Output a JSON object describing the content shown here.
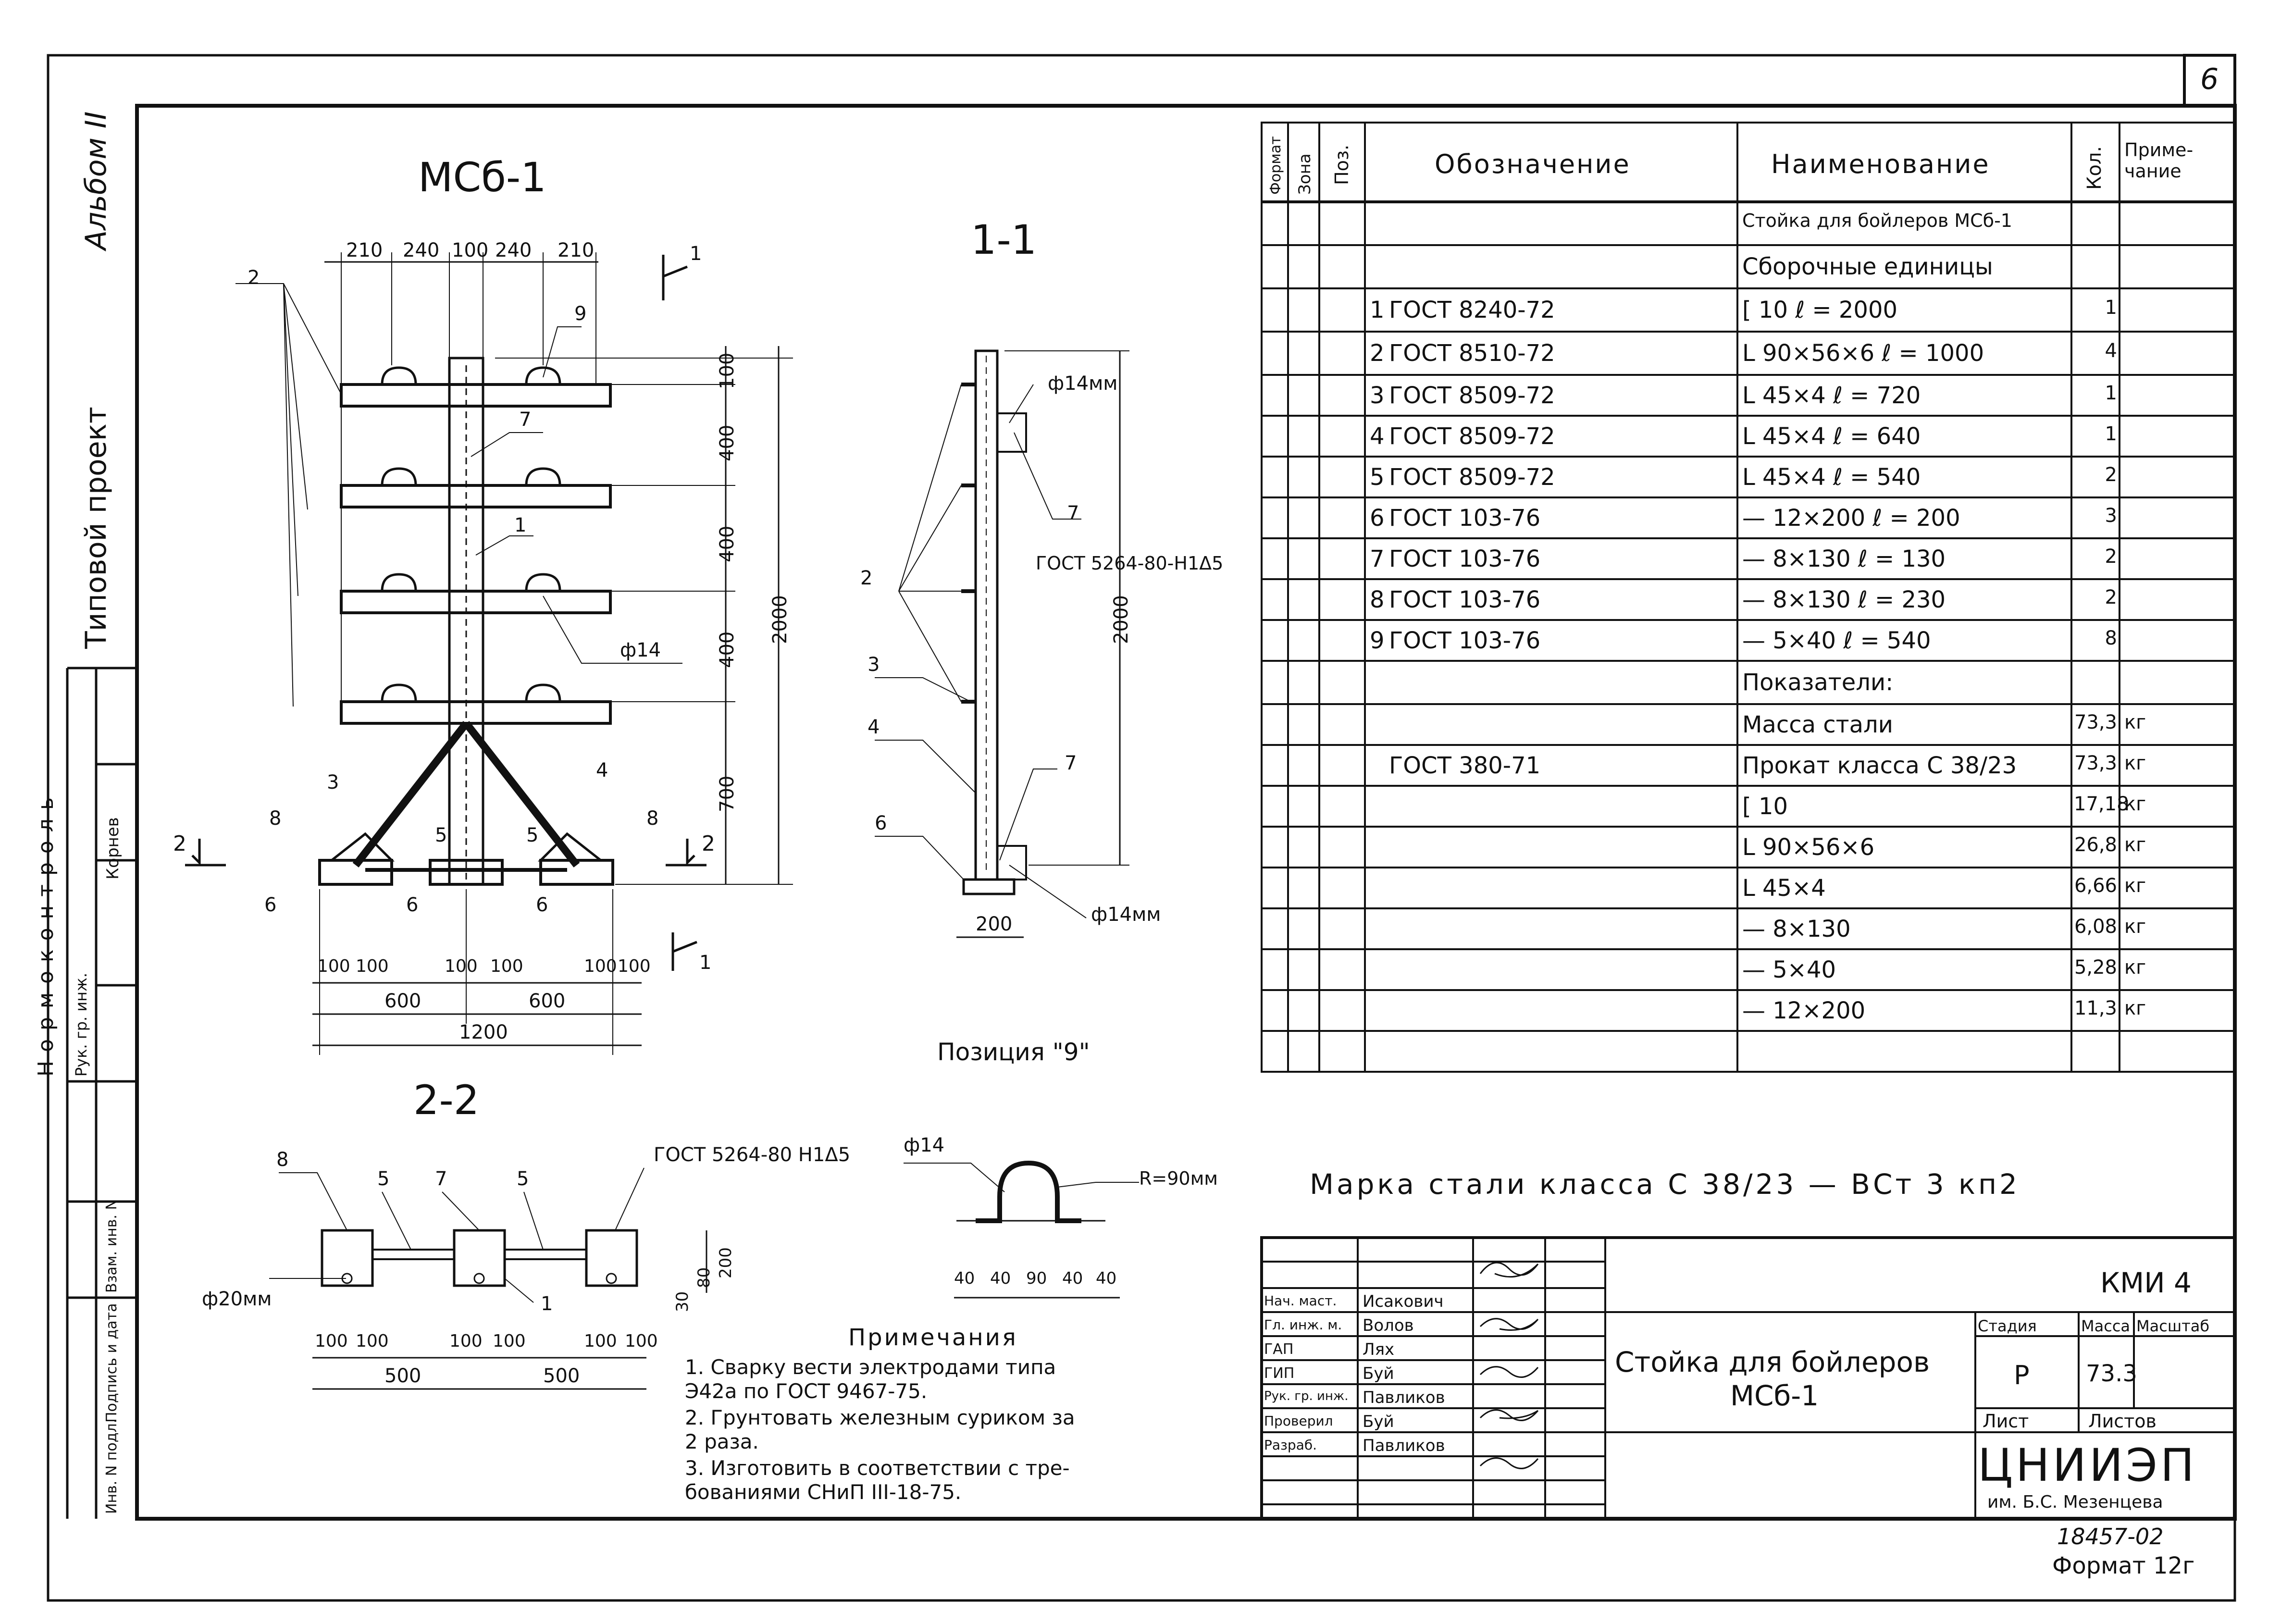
{
  "sheet": {
    "sheet_number": "6",
    "album": "Альбом II",
    "project_type": "Типовой проект",
    "format": "Формат 12г",
    "inventory_number": "18457-02",
    "left_strip": {
      "normcontrol": "Нормоконтроль",
      "head_role": "Рук. гр. инж.",
      "head_name": "Корнев",
      "inv_labels": [
        "Инв. N подл.",
        "Подпись и дата",
        "Взам. инв. N"
      ]
    }
  },
  "views": {
    "main_title": "МСб-1",
    "section_1_1": "1-1",
    "section_2_2": "2-2",
    "cut_1": "1",
    "cut_2": "2",
    "position_9_title": "Позиция \"9\""
  },
  "main_view": {
    "top_dims": [
      "210",
      "240",
      "100",
      "240",
      "210"
    ],
    "vert_dims": [
      "100",
      "400",
      "400",
      "400",
      "700"
    ],
    "vert_total": "2000",
    "bottom_dims_a": [
      "100",
      "100",
      "100",
      "100",
      "100",
      "100"
    ],
    "bottom_dims_b": [
      "600",
      "600"
    ],
    "bottom_total": "1200",
    "phi14": "ф14",
    "pos_labels": [
      "2",
      "9",
      "7",
      "1",
      "3",
      "4",
      "5",
      "5",
      "8",
      "8",
      "6",
      "6",
      "6"
    ]
  },
  "section_1_1_view": {
    "phi14mm_top": "ф14мм",
    "phi14mm_bottom": "ф14мм",
    "gost_weld": "ГОСТ 5264-80-Н1Δ5",
    "dim_2000": "2000",
    "dim_200": "200",
    "pos_labels": [
      "7",
      "2",
      "3",
      "4",
      "7",
      "6"
    ]
  },
  "section_2_2_view": {
    "gost_weld": "ГОСТ 5264-80 Н1Δ5",
    "phi20": "ф20мм",
    "dims_a": [
      "100",
      "100",
      "100",
      "100",
      "100",
      "100"
    ],
    "dims_b": [
      "500",
      "500"
    ],
    "dims_v": [
      "30",
      "80",
      "200"
    ],
    "pos_labels": [
      "8",
      "5",
      "7",
      "5",
      "1"
    ]
  },
  "position_9_view": {
    "phi14": "ф14",
    "radius": "R=90мм",
    "dims": [
      "40",
      "40",
      "90",
      "40",
      "40"
    ]
  },
  "notes": {
    "title": "Примечания",
    "items": [
      "1. Сварку вести электродами типа",
      "    Э42а по ГОСТ 9467-75.",
      "2. Грунтовать железным суриком за",
      "    2 раза.",
      "3. Изготовить в соответствии с тре-",
      "    бованиями СНиП III-18-75."
    ]
  },
  "steel_grade": "Марка стали класса С 38/23 — ВСт 3 кп2",
  "spec": {
    "headers": {
      "format": "Формат",
      "zone": "Зона",
      "pos": "Поз.",
      "designation": "Обозначение",
      "name": "Наименование",
      "qty": "Кол.",
      "note": "Приме-чание"
    },
    "rows": [
      {
        "pos": "",
        "designation": "",
        "name": "Стойка для бойлеров МСб-1",
        "qty": "",
        "note": ""
      },
      {
        "pos": "",
        "designation": "",
        "name": "Сборочные единицы",
        "qty": "",
        "note": ""
      },
      {
        "pos": "1",
        "designation": "ГОСТ 8240-72",
        "name": "[ 10         ℓ = 2000",
        "qty": "1",
        "note": ""
      },
      {
        "pos": "2",
        "designation": "ГОСТ 8510-72",
        "name": "L 90×56×6  ℓ = 1000",
        "qty": "4",
        "note": ""
      },
      {
        "pos": "3",
        "designation": "ГОСТ 8509-72",
        "name": "L 45×4      ℓ = 720",
        "qty": "1",
        "note": ""
      },
      {
        "pos": "4",
        "designation": "ГОСТ 8509-72",
        "name": "L 45×4      ℓ = 640",
        "qty": "1",
        "note": ""
      },
      {
        "pos": "5",
        "designation": "ГОСТ 8509-72",
        "name": "L 45×4      ℓ = 540",
        "qty": "2",
        "note": ""
      },
      {
        "pos": "6",
        "designation": "ГОСТ 103-76",
        "name": "— 12×200   ℓ = 200",
        "qty": "3",
        "note": ""
      },
      {
        "pos": "7",
        "designation": "ГОСТ 103-76",
        "name": "— 8×130    ℓ = 130",
        "qty": "2",
        "note": ""
      },
      {
        "pos": "8",
        "designation": "ГОСТ 103-76",
        "name": "— 8×130    ℓ = 230",
        "qty": "2",
        "note": ""
      },
      {
        "pos": "9",
        "designation": "ГОСТ 103-76",
        "name": "— 5×40      ℓ = 540",
        "qty": "8",
        "note": ""
      },
      {
        "pos": "",
        "designation": "",
        "name": "Показатели:",
        "qty": "",
        "note": ""
      },
      {
        "pos": "",
        "designation": "",
        "name": "Масса стали",
        "qty": "73,3",
        "note": "кг"
      },
      {
        "pos": "",
        "designation": "ГОСТ 380-71",
        "name": "Прокат класса С 38/23",
        "qty": "73,3",
        "note": "кг"
      },
      {
        "pos": "",
        "designation": "",
        "name": "[ 10",
        "qty": "17,18",
        "note": "кг"
      },
      {
        "pos": "",
        "designation": "",
        "name": "L 90×56×6",
        "qty": "26,8",
        "note": "кг"
      },
      {
        "pos": "",
        "designation": "",
        "name": "L 45×4",
        "qty": "6,66",
        "note": "кг"
      },
      {
        "pos": "",
        "designation": "",
        "name": "— 8×130",
        "qty": "6,08",
        "note": "кг"
      },
      {
        "pos": "",
        "designation": "",
        "name": "— 5×40",
        "qty": "5,28",
        "note": "кг"
      },
      {
        "pos": "",
        "designation": "",
        "name": "— 12×200",
        "qty": "11,3",
        "note": "кг"
      }
    ]
  },
  "title_block": {
    "code": "КМИ 4",
    "title": "Стойка для бойлеров",
    "title_line2": "МСб-1",
    "stage_label": "Стадия",
    "mass_label": "Масса",
    "scale_label": "Масштаб",
    "stage": "Р",
    "mass": "73.3",
    "sheet_label": "Лист",
    "sheets_label": "Листов",
    "org": "ЦНИИЭП",
    "org_sub": "им. Б.С. Мезенцева",
    "staff": [
      {
        "role": "Нач. маст.",
        "name": "Исакович"
      },
      {
        "role": "Гл. инж. м.",
        "name": "Волов"
      },
      {
        "role": "ГАП",
        "name": "Лях"
      },
      {
        "role": "ГИП",
        "name": "Буй"
      },
      {
        "role": "Рук. гр. инж.",
        "name": "Павликов"
      },
      {
        "role": "Проверил",
        "name": "Буй"
      },
      {
        "role": "Разраб.",
        "name": "Павликов"
      }
    ]
  }
}
